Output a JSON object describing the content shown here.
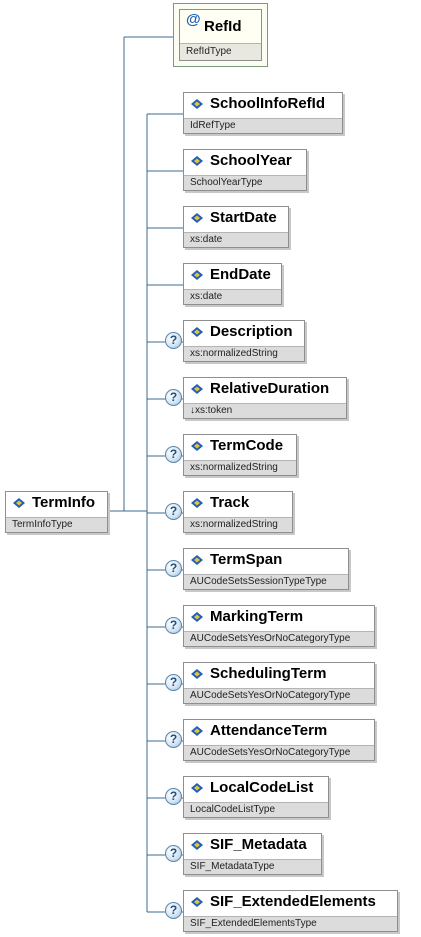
{
  "root": {
    "name": "TermInfo",
    "type": "TermInfoType"
  },
  "attribute": {
    "name": "RefId",
    "type": "RefIdType",
    "icon": "@"
  },
  "elements": [
    {
      "name": "SchoolInfoRefId",
      "type": "IdRefType",
      "optional": false
    },
    {
      "name": "SchoolYear",
      "type": "SchoolYearType",
      "optional": false
    },
    {
      "name": "StartDate",
      "type": "xs:date",
      "optional": false
    },
    {
      "name": "EndDate",
      "type": "xs:date",
      "optional": false
    },
    {
      "name": "Description",
      "type": "xs:normalizedString",
      "optional": true
    },
    {
      "name": "RelativeDuration",
      "type": "↓xs:token",
      "optional": true
    },
    {
      "name": "TermCode",
      "type": "xs:normalizedString",
      "optional": true
    },
    {
      "name": "Track",
      "type": "xs:normalizedString",
      "optional": true
    },
    {
      "name": "TermSpan",
      "type": "AUCodeSetsSessionTypeType",
      "optional": true
    },
    {
      "name": "MarkingTerm",
      "type": "AUCodeSetsYesOrNoCategoryType",
      "optional": true
    },
    {
      "name": "SchedulingTerm",
      "type": "AUCodeSetsYesOrNoCategoryType",
      "optional": true
    },
    {
      "name": "AttendanceTerm",
      "type": "AUCodeSetsYesOrNoCategoryType",
      "optional": true
    },
    {
      "name": "LocalCodeList",
      "type": "LocalCodeListType",
      "optional": true
    },
    {
      "name": "SIF_Metadata",
      "type": "SIF_MetadataType",
      "optional": true
    },
    {
      "name": "SIF_ExtendedElements",
      "type": "SIF_ExtendedElementsType",
      "optional": true
    }
  ],
  "colors": {
    "line": "#3c6a8f",
    "icon_blue": "#1f5fb8",
    "icon_yellow": "#e8c13a",
    "type_bar": "#dcdcdc"
  },
  "icons": {
    "element": "element-icon",
    "attribute": "at-sign-icon",
    "optional": "question-mark-icon"
  }
}
